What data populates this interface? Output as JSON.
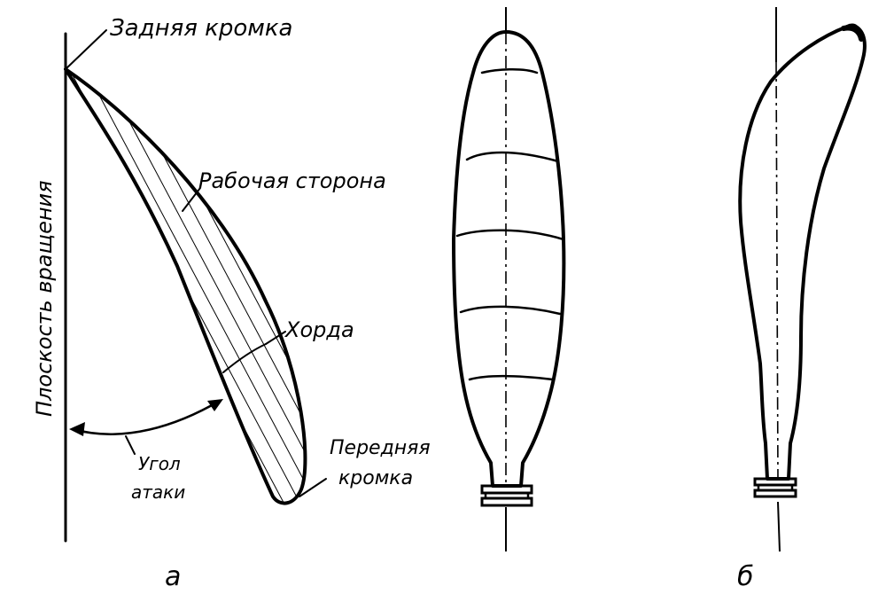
{
  "figure_a": {
    "rotation_plane": "Плоскость вращения",
    "trailing_edge": "Задняя кромка",
    "working_side": "Рабочая сторона",
    "chord": "Хорда",
    "attack_angle_1": "Угол",
    "attack_angle_2": "атаки",
    "leading_edge_1": "Передняя",
    "leading_edge_2": "кромка",
    "letter": "а"
  },
  "figure_b": {
    "letter": "б"
  }
}
